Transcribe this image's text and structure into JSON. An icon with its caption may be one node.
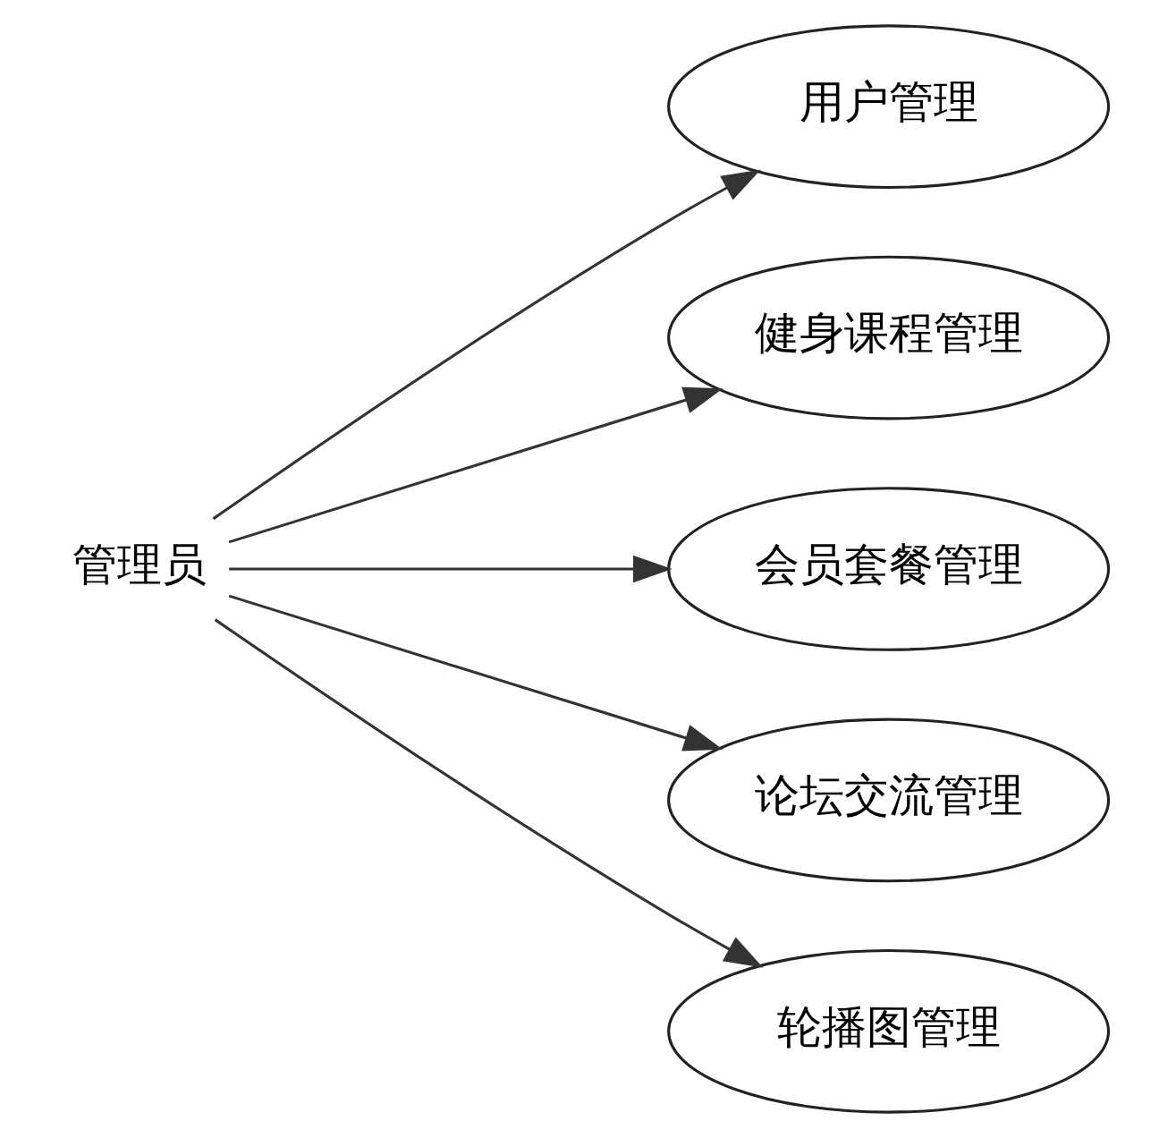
{
  "diagram": {
    "nodes": [
      {
        "text": [
          "管理员"
        ]
      },
      {
        "text": [
          "用户管理"
        ]
      },
      {
        "text": [
          "健身课程管理"
        ]
      },
      {
        "text": [
          "会员套餐管理"
        ]
      },
      {
        "text": [
          "论坛交流管理"
        ]
      },
      {
        "text": [
          "轮播图管理"
        ]
      }
    ],
    "edges": [
      {
        "from": 0,
        "to": 1,
        "arrow": "to"
      },
      {
        "from": 0,
        "to": 2,
        "arrow": "to"
      },
      {
        "from": 0,
        "to": 3,
        "arrow": "to"
      },
      {
        "from": 0,
        "to": 4,
        "arrow": "to"
      },
      {
        "from": 0,
        "to": 5,
        "arrow": "to"
      }
    ]
  }
}
